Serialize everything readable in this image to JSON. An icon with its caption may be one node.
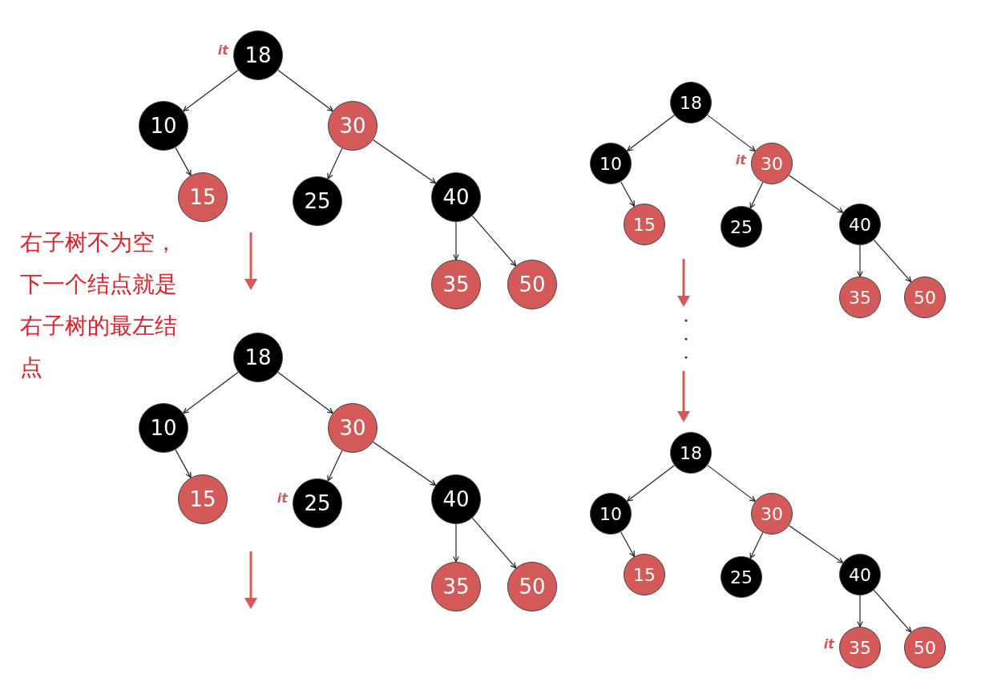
{
  "diagram": {
    "nodes": [
      {
        "text": [
          "18"
        ],
        "beside": [
          "it"
        ]
      },
      {
        "text": [
          "10"
        ]
      },
      {
        "text": [
          "30"
        ]
      },
      {
        "text": [
          "15"
        ]
      },
      {
        "text": [
          "25"
        ]
      },
      {
        "text": [
          "40"
        ]
      },
      {
        "text": [
          "35"
        ]
      },
      {
        "text": [
          "50"
        ]
      },
      {
        "text": [
          "18"
        ]
      },
      {
        "text": [
          "10"
        ]
      },
      {
        "text": [
          "30"
        ]
      },
      {
        "text": [
          "15"
        ]
      },
      {
        "text": [
          "25"
        ],
        "beside": [
          "it"
        ]
      },
      {
        "text": [
          "40"
        ]
      },
      {
        "text": [
          "35"
        ]
      },
      {
        "text": [
          "50"
        ]
      },
      {
        "text": [
          "18"
        ]
      },
      {
        "text": [
          "10"
        ]
      },
      {
        "text": [
          "30"
        ],
        "beside": [
          "it"
        ]
      },
      {
        "text": [
          "15"
        ]
      },
      {
        "text": [
          "25"
        ]
      },
      {
        "text": [
          "40"
        ]
      },
      {
        "text": [
          "35"
        ]
      },
      {
        "text": [
          "50"
        ]
      },
      {
        "text": [
          "18"
        ]
      },
      {
        "text": [
          "10"
        ]
      },
      {
        "text": [
          "30"
        ]
      },
      {
        "text": [
          "15"
        ]
      },
      {
        "text": [
          "25"
        ]
      },
      {
        "text": [
          "40"
        ]
      },
      {
        "text": [
          "35"
        ],
        "beside": [
          "it"
        ]
      },
      {
        "text": [
          "50"
        ]
      }
    ],
    "edges": [
      {
        "from": 0,
        "to": 1,
        "arrow": "to"
      },
      {
        "from": 0,
        "to": 2,
        "arrow": "to"
      },
      {
        "from": 1,
        "to": 3,
        "arrow": "to"
      },
      {
        "from": 2,
        "to": 4,
        "arrow": "to"
      },
      {
        "from": 2,
        "to": 5,
        "arrow": "to"
      },
      {
        "from": 5,
        "to": 6,
        "arrow": "to"
      },
      {
        "from": 5,
        "to": 7,
        "arrow": "to"
      },
      {
        "from": 8,
        "to": 9,
        "arrow": "to"
      },
      {
        "from": 8,
        "to": 10,
        "arrow": "to"
      },
      {
        "from": 9,
        "to": 11,
        "arrow": "to"
      },
      {
        "from": 10,
        "to": 12,
        "arrow": "to"
      },
      {
        "from": 10,
        "to": 13,
        "arrow": "to"
      },
      {
        "from": 13,
        "to": 14,
        "arrow": "to"
      },
      {
        "from": 13,
        "to": 15,
        "arrow": "to"
      },
      {
        "from": 16,
        "to": 17,
        "arrow": "to"
      },
      {
        "from": 16,
        "to": 18,
        "arrow": "to"
      },
      {
        "from": 17,
        "to": 19,
        "arrow": "to"
      },
      {
        "from": 18,
        "to": 20,
        "arrow": "to"
      },
      {
        "from": 18,
        "to": 21,
        "arrow": "to"
      },
      {
        "from": 21,
        "to": 22,
        "arrow": "to"
      },
      {
        "from": 21,
        "to": 23,
        "arrow": "to"
      },
      {
        "from": 24,
        "to": 25,
        "arrow": "to"
      },
      {
        "from": 24,
        "to": 26,
        "arrow": "to"
      },
      {
        "from": 25,
        "to": 27,
        "arrow": "to"
      },
      {
        "from": 26,
        "to": 28,
        "arrow": "to"
      },
      {
        "from": 26,
        "to": 29,
        "arrow": "to"
      },
      {
        "from": 29,
        "to": 30,
        "arrow": "to"
      },
      {
        "from": 29,
        "to": 31,
        "arrow": "to"
      }
    ],
    "labels": [
      "右子树不为空，下一个结点就是右子树的最左结点"
    ]
  }
}
